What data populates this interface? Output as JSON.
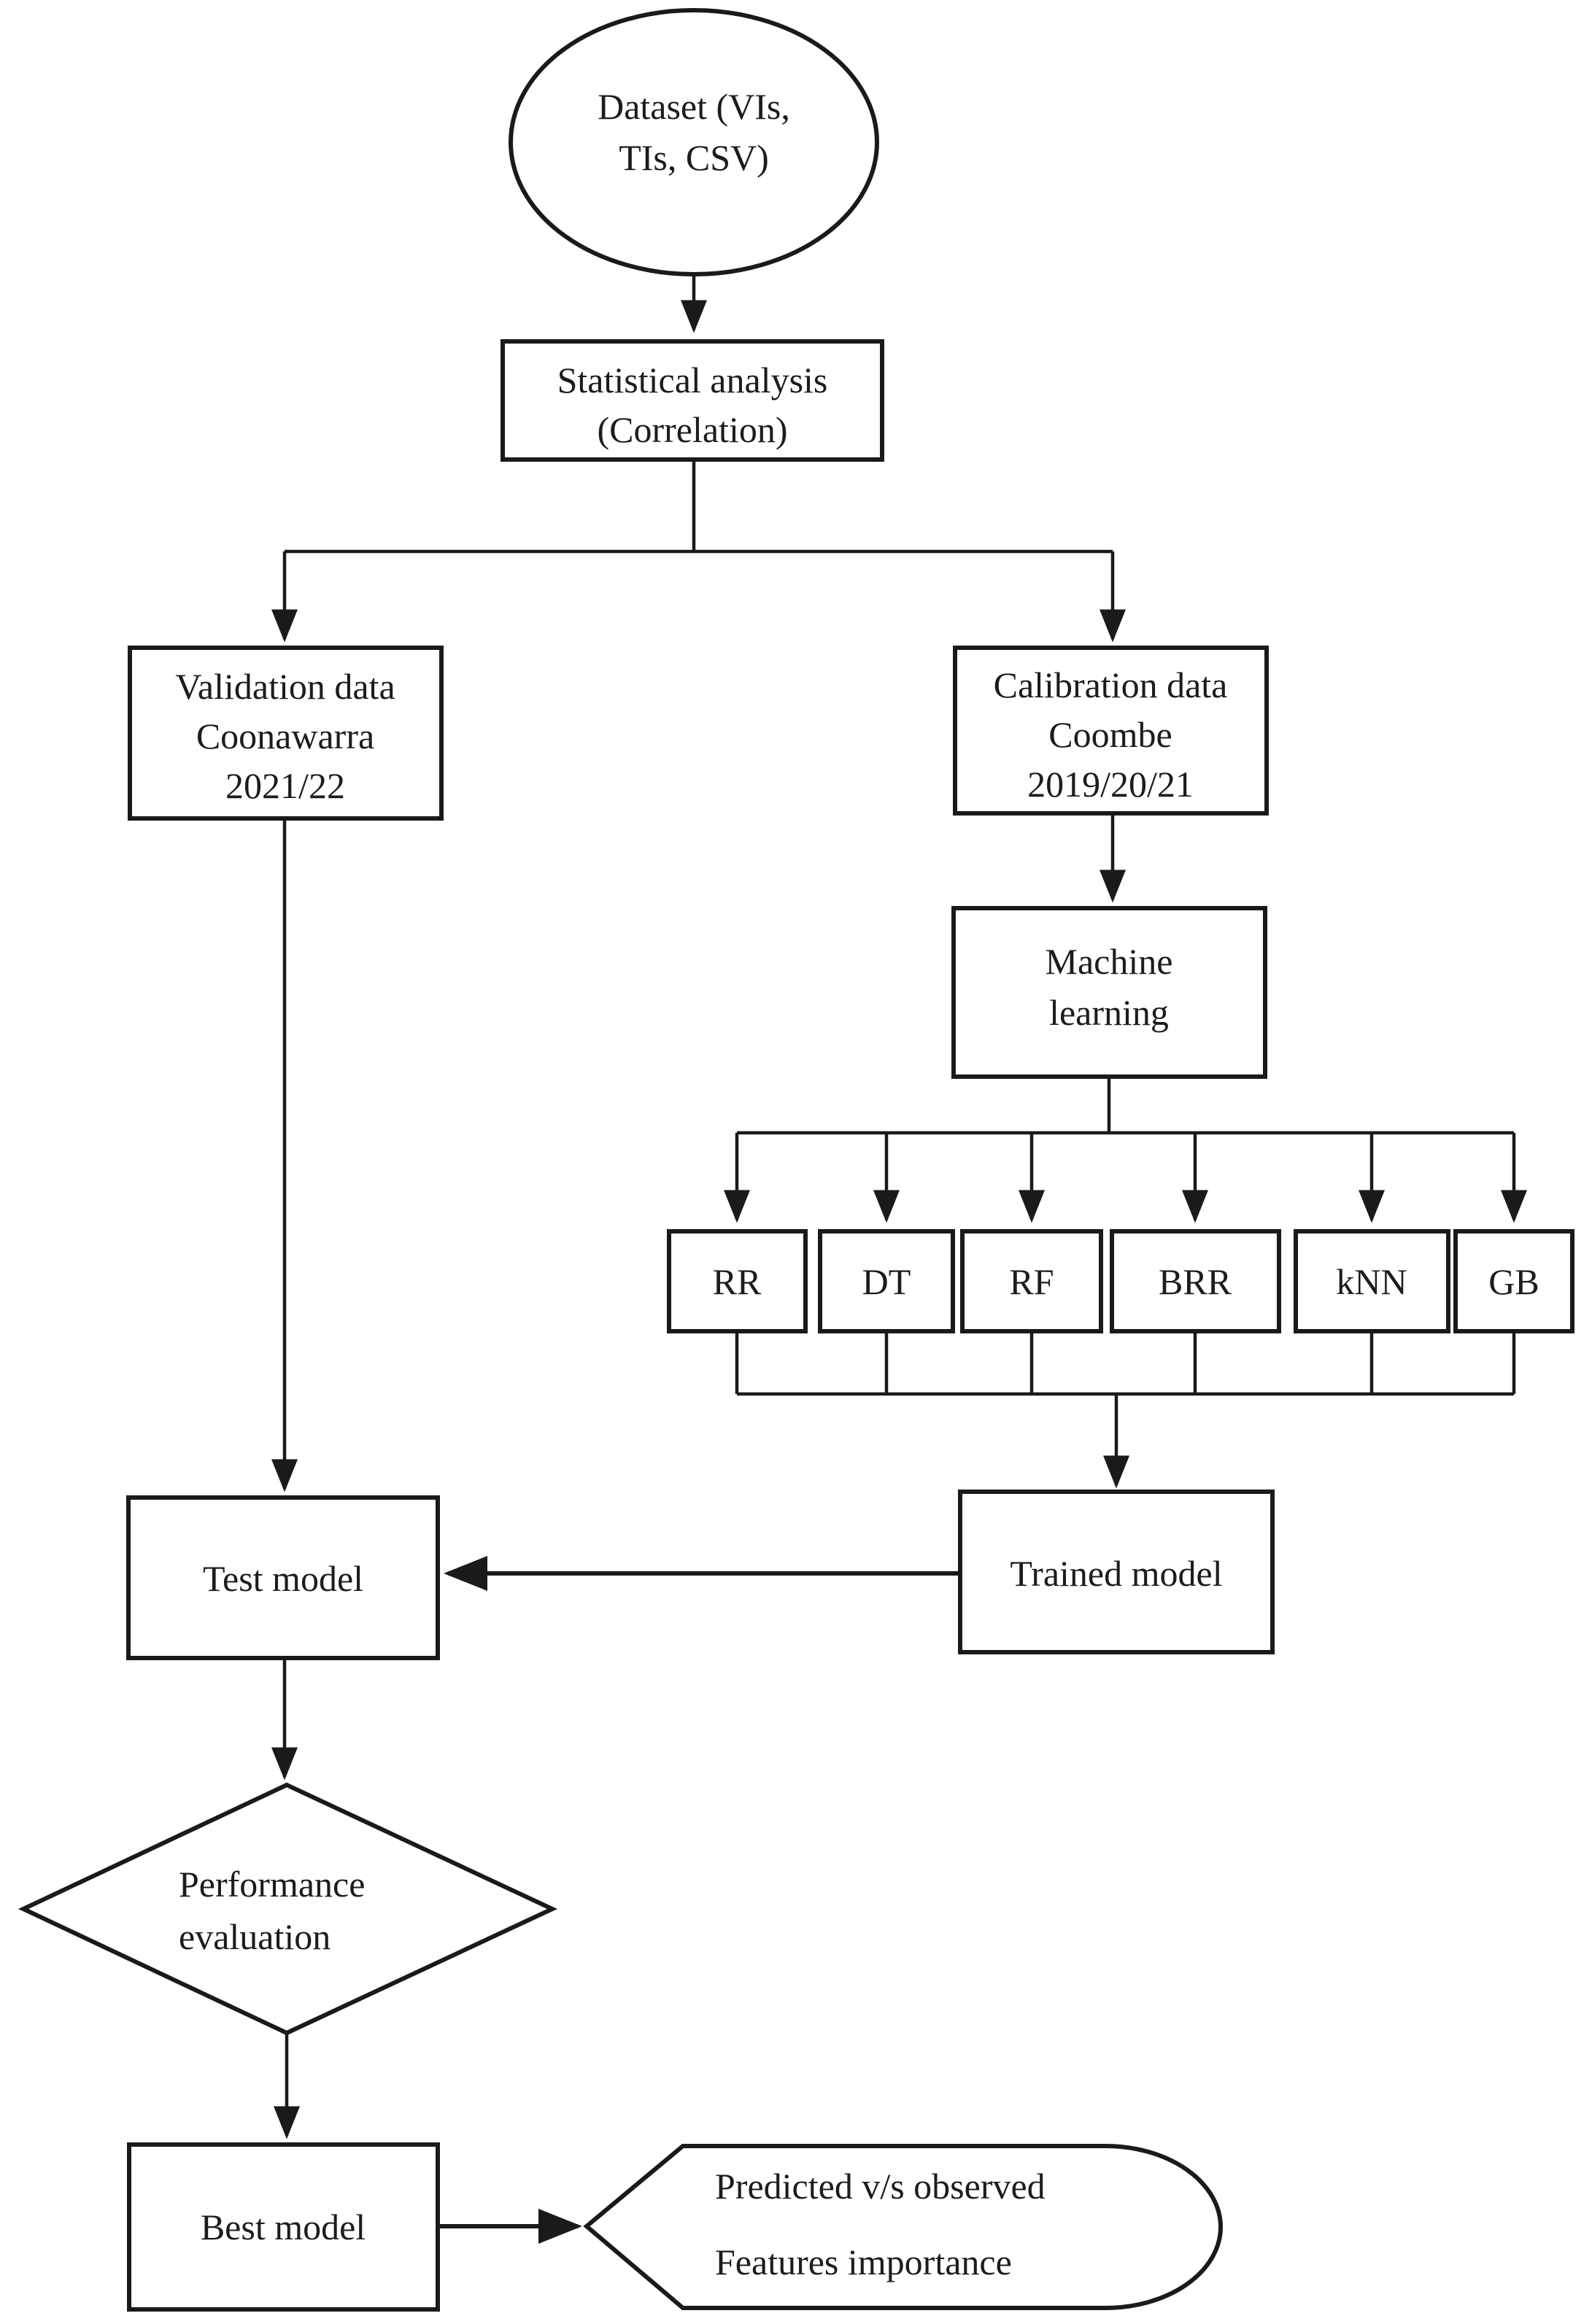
{
  "figure": {
    "type": "flowchart",
    "description": "Machine learning workflow flowchart",
    "colors": {
      "background": "#ffffff",
      "stroke": "#1a1a1a",
      "text": "#1c1c1c"
    }
  },
  "nodes": {
    "dataset": {
      "shape": "ellipse",
      "lines": [
        "Dataset (VIs,",
        "TIs, CSV)"
      ]
    },
    "statistical_analysis": {
      "shape": "rect",
      "lines": [
        "Statistical analysis",
        "(Correlation)"
      ]
    },
    "validation_data": {
      "shape": "rect",
      "lines": [
        "Validation data",
        "Coonawarra",
        "2021/22"
      ]
    },
    "calibration_data": {
      "shape": "rect",
      "lines": [
        "Calibration data",
        "Coombe",
        "2019/20/21"
      ]
    },
    "machine_learning": {
      "shape": "rect",
      "lines": [
        "Machine",
        "learning"
      ]
    },
    "algorithms": [
      {
        "label": "RR"
      },
      {
        "label": "DT"
      },
      {
        "label": "RF"
      },
      {
        "label": "BRR"
      },
      {
        "label": "kNN"
      },
      {
        "label": "GB"
      }
    ],
    "trained_model": {
      "shape": "rect",
      "label": "Trained model"
    },
    "test_model": {
      "shape": "rect",
      "label": "Test model"
    },
    "performance_evaluation": {
      "shape": "diamond",
      "lines": [
        "Performance",
        "evaluation"
      ]
    },
    "best_model": {
      "shape": "rect",
      "label": "Best model"
    },
    "outputs": {
      "shape": "annotation",
      "lines": [
        "Predicted v/s observed",
        "Features importance"
      ]
    }
  }
}
